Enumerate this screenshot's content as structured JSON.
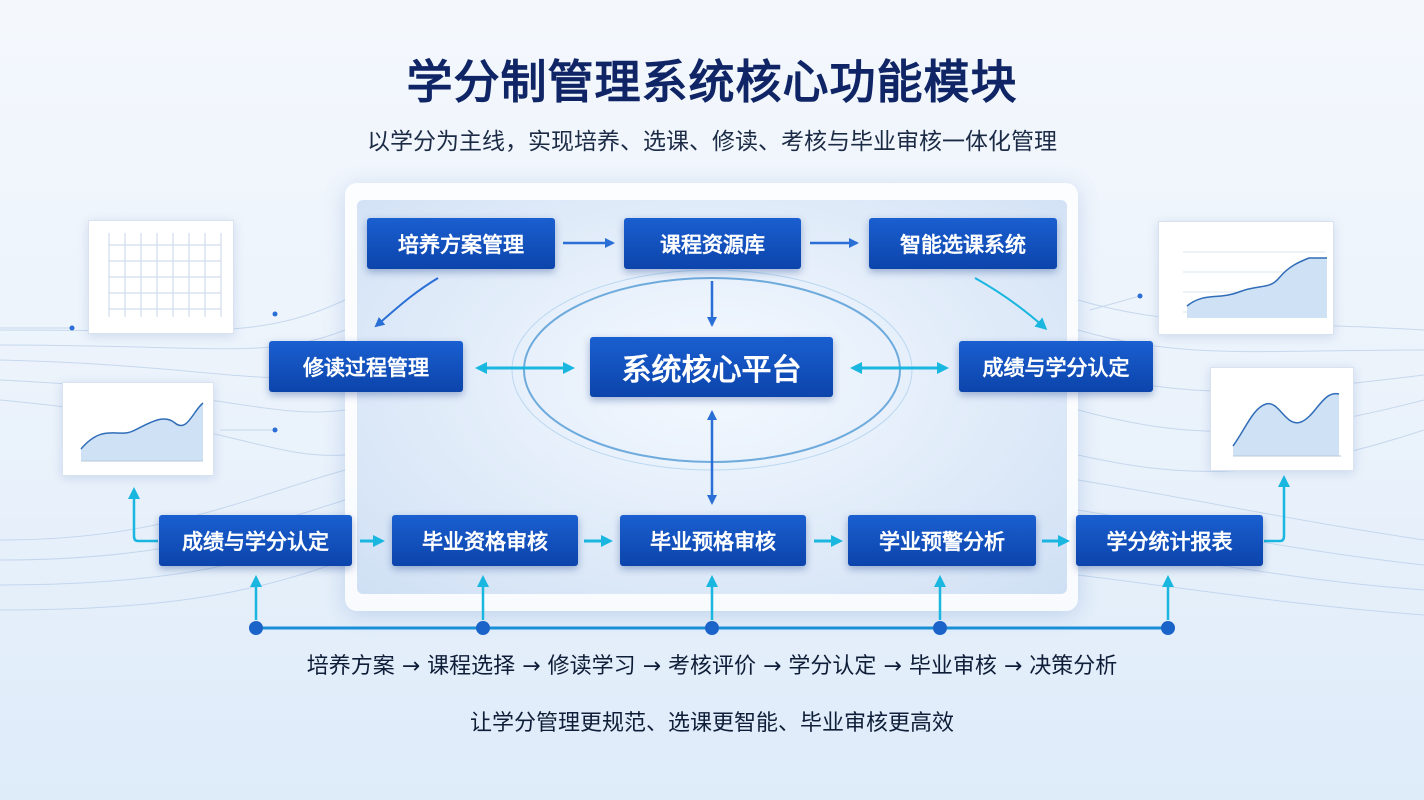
{
  "title": "学分制管理系统核心功能模块",
  "subtitle": "以学分为主线，实现培养、选课、修读、考核与毕业审核一体化管理",
  "modules": {
    "training_plan": "培养方案管理",
    "course_library": "课程资源库",
    "smart_selection": "智能选课系统",
    "study_process": "修读过程管理",
    "core_platform": "系统核心平台",
    "credit_recognition_right": "成绩与学分认定",
    "credit_recognition_left": "成绩与学分认定",
    "graduation_review": "毕业资格审核",
    "pre_review": "毕业预格审核",
    "early_warning": "学业预警分析",
    "statistics_report": "学分统计报表"
  },
  "flow_text": "培养方案 → 课程选择 → 修读学习 → 考核评价 → 学分认定 → 毕业审核 → 决策分析",
  "slogan": "让学分管理更规范、选课更智能、毕业审核更高效",
  "colors": {
    "title": "#0f2566",
    "box_top": "#1a5fd0",
    "box_bottom": "#0c44ab",
    "arrow_blue": "#2a6fd6",
    "arrow_cyan": "#19b6e0",
    "flow_line": "#1a8fd8"
  }
}
